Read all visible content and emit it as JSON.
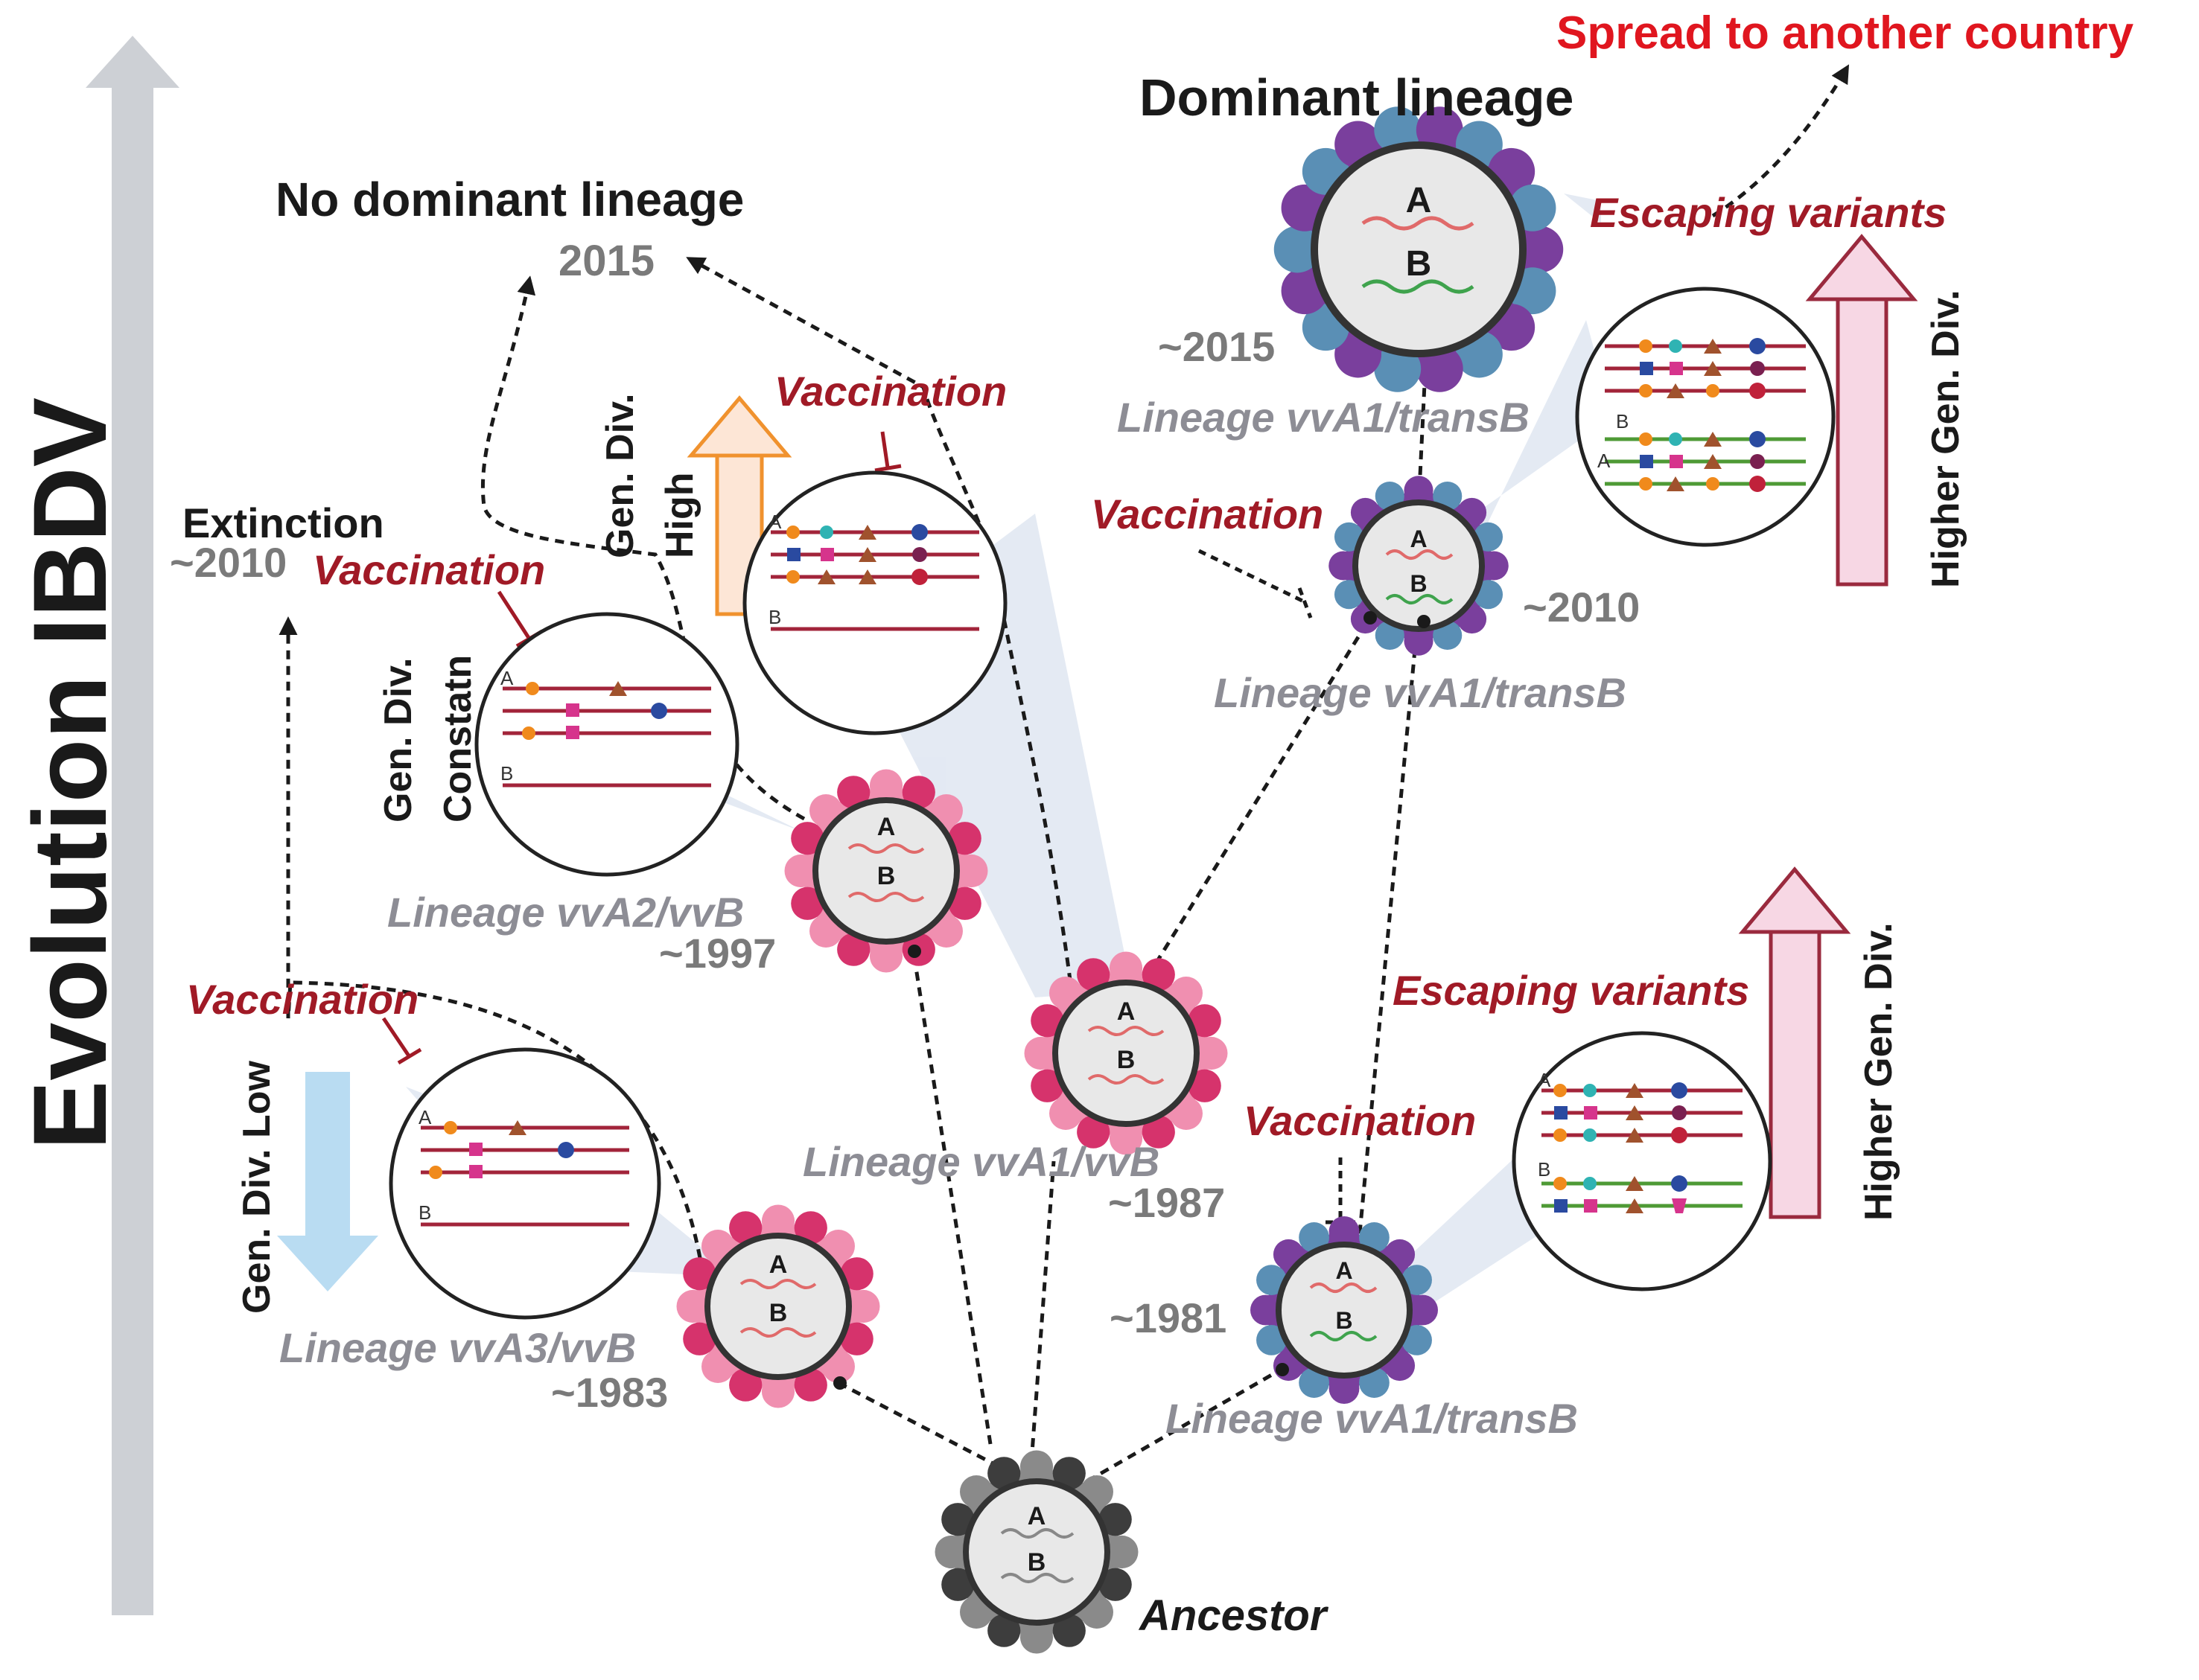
{
  "axis": {
    "label": "Evolution IBDV"
  },
  "headings": {
    "no_dominant": "No dominant lineage",
    "dominant": "Dominant lineage",
    "spread": "Spread to another country",
    "year_2015_left": "2015",
    "extinction": "Extinction",
    "extinction_year": "~2010"
  },
  "virus_segments": {
    "a": "A",
    "b": "B"
  },
  "insert_segments": {
    "a": "A",
    "b": "B"
  },
  "nodes": {
    "ancestor": {
      "label": "Ancestor"
    },
    "vva3": {
      "lineage": "Lineage vvA3/vvB",
      "year": "~1983"
    },
    "vva2": {
      "lineage": "Lineage vvA2/vvB",
      "year": "~1997"
    },
    "vva1_vvb": {
      "lineage": "Lineage vvA1/vvB",
      "year": "~1987"
    },
    "vva1_trans_1981": {
      "lineage": "Lineage vvA1/transB",
      "year": "~1981"
    },
    "vva1_trans_2010": {
      "lineage": "Lineage vvA1/transB",
      "year": "~2010"
    },
    "vva1_trans_2015": {
      "lineage": "Lineage vvA1/transB",
      "year": "~2015"
    }
  },
  "annotations": {
    "vaccination": "Vaccination",
    "escaping_variants": "Escaping variants",
    "gen_div_low": "Gen. Div. Low",
    "gen_div_constant_1": "Gen. Div.",
    "gen_div_constant_2": "Constatn",
    "gen_div_high_1": "Gen. Div.",
    "gen_div_high_2": "High",
    "higher_gen_div": "Higher Gen. Div."
  },
  "colors": {
    "axis_arrow": "#cdd0d5",
    "vv_spikes": "#d6336c",
    "trans_spikes": "#5a8fb5",
    "trans_accent": "#7a3f9d",
    "ancestor_spikes": "#555555",
    "segment_red": "#a2243a",
    "segment_green": "#4e9a35",
    "vaccination_text": "#a01a26",
    "spread_text": "#e0161f",
    "low_arrow": "#b9dcf2",
    "high_arrow": "#f0922e",
    "higher_arrow": "#9a2a3e"
  }
}
